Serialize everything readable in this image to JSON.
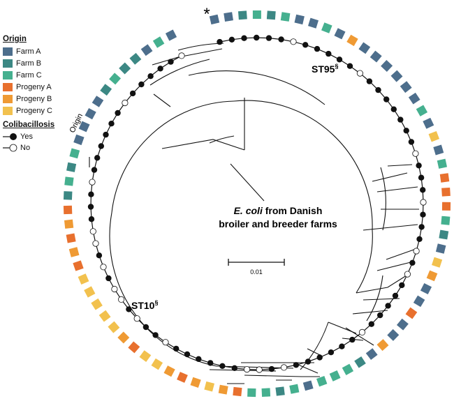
{
  "legend": {
    "origin_title": "Origin",
    "origin_items": [
      {
        "label": "Farm A",
        "color": "#4d6e8c"
      },
      {
        "label": "Farm B",
        "color": "#3c8884"
      },
      {
        "label": "Farm C",
        "color": "#45b08f"
      },
      {
        "label": "Progeny A",
        "color": "#e8702e"
      },
      {
        "label": "Progeny B",
        "color": "#ef9a34"
      },
      {
        "label": "Progeny C",
        "color": "#f2c14e"
      }
    ],
    "coli_title": "Colibacillosis",
    "coli_yes": "Yes",
    "coli_no": "No"
  },
  "ring_label": "Origin",
  "asterisk": "*",
  "center_label_italic": "E. coli",
  "center_label_line1_rest": " from Danish",
  "center_label_line2": "broiler and breeder farms",
  "scale_bar": "0.01",
  "clade_labels": {
    "st95": "ST95",
    "st10": "ST10",
    "sup": "§"
  },
  "origin_ring": [
    "A",
    "A",
    "B",
    "C",
    "B",
    "C",
    "A",
    "A",
    "C",
    "A",
    "Pb",
    "A",
    "A",
    "A",
    "A",
    "A",
    "A",
    "C",
    "A",
    "Pc",
    "A",
    "C",
    "Pa",
    "Pa",
    "Pa",
    "C",
    "B",
    "A",
    "Pc",
    "Pb",
    "A",
    "A",
    "Pa",
    "A",
    "A",
    "Pb",
    "A",
    "B",
    "C",
    "C",
    "C",
    "A",
    "C",
    "B",
    "C",
    "C",
    "Pa",
    "Pb",
    "Pc",
    "Pb",
    "Pa",
    "Pb",
    "Pc",
    "Pc",
    "Pa",
    "Pb",
    "Pc",
    "Pc",
    "Pc",
    "Pc",
    "Pc",
    "Pa",
    "Pb",
    "Pa",
    "Pb",
    "Pa",
    "B",
    "C",
    "B",
    "C",
    "A",
    "A",
    "A",
    "A",
    "B",
    "C",
    "B",
    "B",
    "A",
    "C",
    "A"
  ],
  "colibacillosis": [
    "Y",
    "Y",
    "Y",
    "Y",
    "Y",
    "Y",
    "N",
    "Y",
    "Y",
    "Y",
    "Y",
    "Y",
    "N",
    "Y",
    "Y",
    "Y",
    "Y",
    "Y",
    "Y",
    "Y",
    "N",
    "Y",
    "Y",
    "Y",
    "N",
    "Y",
    "Y",
    "Y",
    "N",
    "Y",
    "N",
    "Y",
    "Y",
    "Y",
    "Y",
    "Y",
    "N",
    "Y",
    "Y",
    "Y",
    "Y",
    "Y",
    "Y",
    "N",
    "Y",
    "N",
    "N",
    "Y",
    "Y",
    "Y",
    "Y",
    "Y",
    "Y",
    "N",
    "Y",
    "Y",
    "N",
    "Y",
    "N",
    "N",
    "Y",
    "N",
    "Y",
    "N",
    "N",
    "Y",
    "Y",
    "Y",
    "N",
    "Y",
    "Y",
    "Y",
    "Y",
    "Y",
    "Y",
    "N",
    "Y",
    "Y",
    "Y",
    "Y",
    "Y",
    "N"
  ]
}
